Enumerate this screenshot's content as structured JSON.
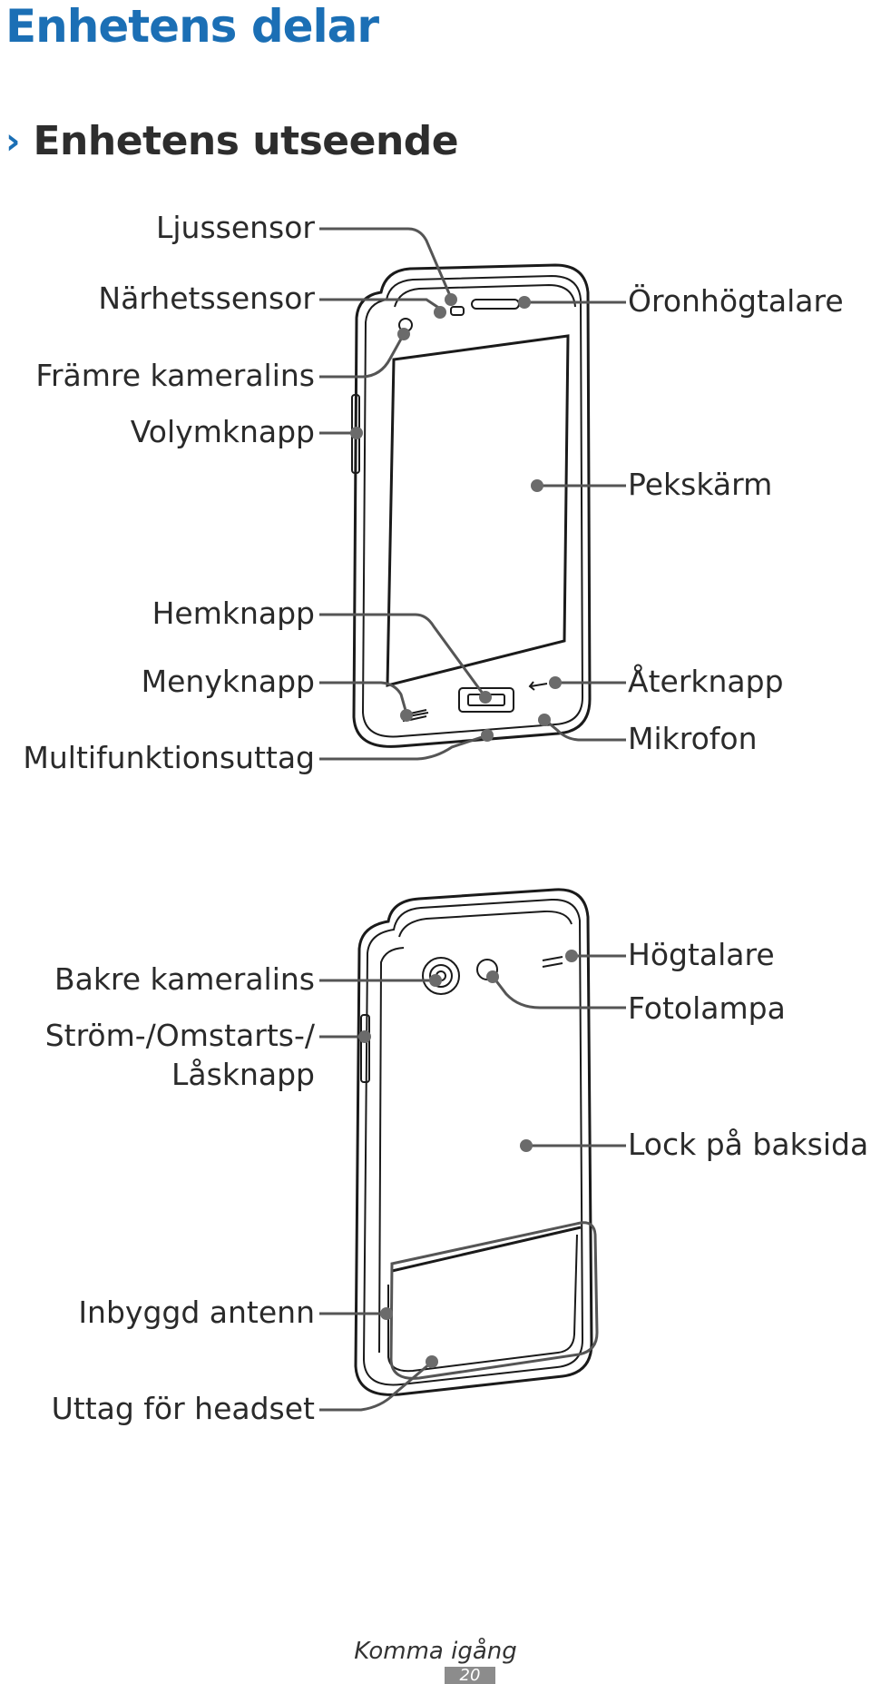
{
  "header": {
    "title": "Enhetens delar",
    "section_chevron": "›",
    "section_title": "Enhetens utseende"
  },
  "front_labels": {
    "ljussensor": "Ljussensor",
    "narhetssensor": "Närhetssensor",
    "framre_kameralins": "Främre kameralins",
    "volymknapp": "Volymknapp",
    "hemknapp": "Hemknapp",
    "menyknapp": "Menyknapp",
    "multifunktionsuttag": "Multifunktionsuttag",
    "oronhogtalare": "Öronhögtalare",
    "pekskarm": "Pekskärm",
    "aterknapp": "Återknapp",
    "mikrofon": "Mikrofon"
  },
  "back_labels": {
    "bakre_kameralins": "Bakre kameralins",
    "strom_line1": "Ström-/Omstarts-/",
    "strom_line2": "Låsknapp",
    "inbyggd_antenn": "Inbyggd antenn",
    "uttag_headset": "Uttag för headset",
    "hogtalare": "Högtalare",
    "fotolampa": "Fotolampa",
    "lock_baksidan": "Lock på baksidan"
  },
  "footer": {
    "section": "Komma igång",
    "page_number": "20"
  }
}
